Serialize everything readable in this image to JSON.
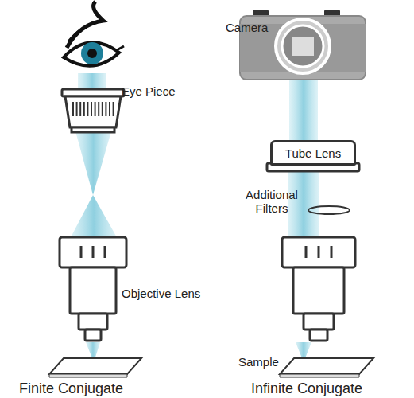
{
  "diagram": {
    "nodes": [
      {
        "text": [
          "Tube Lens"
        ]
      }
    ],
    "labels": [
      "Eye Piece",
      "Objective Lens",
      "Finite Conjugate",
      "Camera",
      "Additional Filters",
      "Sample",
      "Infinite Conjugate"
    ]
  }
}
